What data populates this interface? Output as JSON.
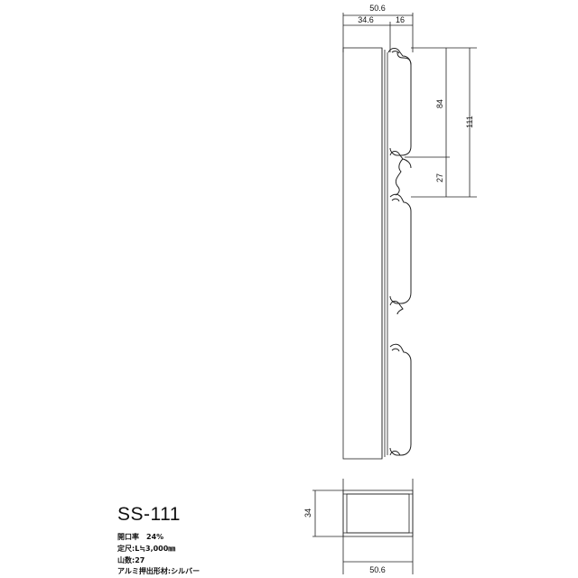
{
  "product": {
    "model": "SS-111",
    "specs": [
      {
        "label": "開口率",
        "value": "24%"
      },
      {
        "label": "定尺:",
        "value": "L≒3,000㎜"
      },
      {
        "label": "山数:",
        "value": "27"
      },
      {
        "label": "アルミ押出形材:",
        "value": "シルバー"
      }
    ]
  },
  "dimensions": {
    "total_width": "50.6",
    "body_width": "34.6",
    "fin_depth": "16",
    "pitch": "84",
    "total_height": "111",
    "opening": "27",
    "section_height": "34",
    "section_width": "50.6"
  },
  "colors": {
    "line": "#222222"
  }
}
